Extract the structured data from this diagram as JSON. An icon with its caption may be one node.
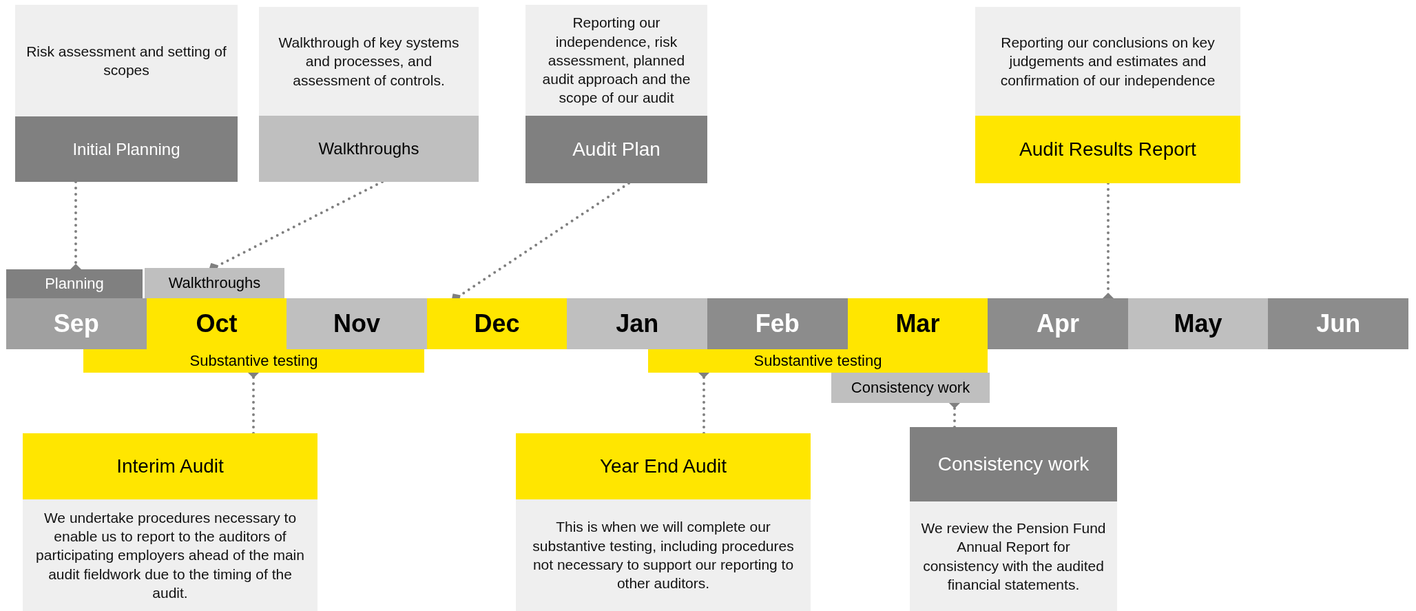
{
  "diagram": {
    "nodes": [
      {
        "text": [
          "Risk assessment and setting of scopes",
          "Initial Planning"
        ]
      },
      {
        "text": [
          "Walkthrough of key systems and processes, and assessment of controls.",
          "Walkthroughs"
        ]
      },
      {
        "text": [
          "Reporting our independence, risk assessment, planned audit approach and the scope of our audit",
          "Audit Plan"
        ]
      },
      {
        "text": [
          "Reporting our conclusions on key judgements and estimates and confirmation of our independence",
          "Audit Results Report"
        ]
      },
      {
        "text": [
          "Planning"
        ]
      },
      {
        "text": [
          "Walkthroughs"
        ]
      },
      {
        "text": [
          "Sep"
        ]
      },
      {
        "text": [
          "Oct"
        ]
      },
      {
        "text": [
          "Nov"
        ]
      },
      {
        "text": [
          "Dec"
        ]
      },
      {
        "text": [
          "Jan"
        ]
      },
      {
        "text": [
          "Feb"
        ]
      },
      {
        "text": [
          "Mar"
        ]
      },
      {
        "text": [
          "Apr"
        ]
      },
      {
        "text": [
          "May"
        ]
      },
      {
        "text": [
          "Jun"
        ]
      },
      {
        "text": [
          "Substantive testing"
        ]
      },
      {
        "text": [
          "Substantive testing"
        ]
      },
      {
        "text": [
          "Consistency work"
        ]
      },
      {
        "text": [
          "Interim Audit",
          "We undertake procedures necessary to enable us to report to the auditors of participating employers ahead of the main audit fieldwork due to the timing of the audit."
        ]
      },
      {
        "text": [
          "Year End Audit",
          "This is when we will complete our substantive testing, including procedures not necessary to support our reporting to other auditors."
        ]
      },
      {
        "text": [
          "Consistency work",
          "We review the Pension Fund Annual Report for consistency with the audited financial statements."
        ]
      }
    ],
    "edges": [
      {
        "from": 0,
        "to": 4,
        "arrow": "other"
      },
      {
        "from": 1,
        "to": 5,
        "arrow": "other"
      },
      {
        "from": 2,
        "to": 9,
        "arrow": "other"
      },
      {
        "from": 3,
        "to": 13,
        "arrow": "other"
      },
      {
        "from": 19,
        "to": 16,
        "arrow": "other"
      },
      {
        "from": 20,
        "to": 17,
        "arrow": "other"
      },
      {
        "from": 21,
        "to": 18,
        "arrow": "other"
      }
    ]
  }
}
